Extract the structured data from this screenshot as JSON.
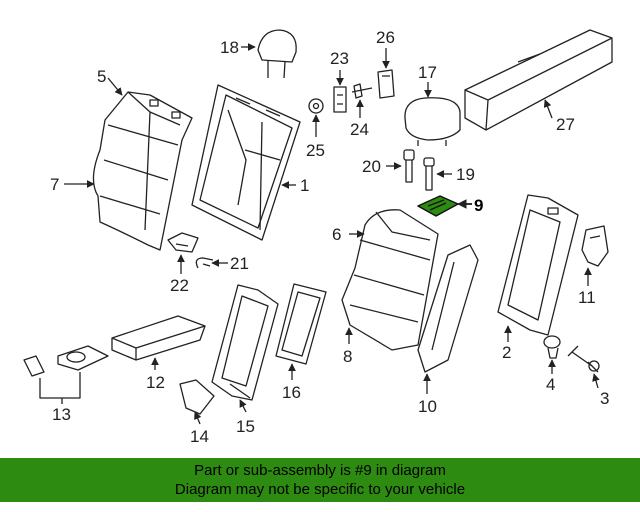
{
  "diagram": {
    "callouts": [
      "1",
      "2",
      "3",
      "4",
      "5",
      "6",
      "7",
      "8",
      "9",
      "10",
      "11",
      "12",
      "13",
      "14",
      "15",
      "16",
      "17",
      "18",
      "19",
      "20",
      "21",
      "22",
      "23",
      "24",
      "25",
      "26",
      "27"
    ],
    "highlighted_part": "9",
    "highlight_color": "#2e8b12"
  },
  "banner": {
    "line1": "Part or sub-assembly is #9 in diagram",
    "line2": "Diagram may not be specific to your vehicle",
    "background": "#2e8b12"
  }
}
